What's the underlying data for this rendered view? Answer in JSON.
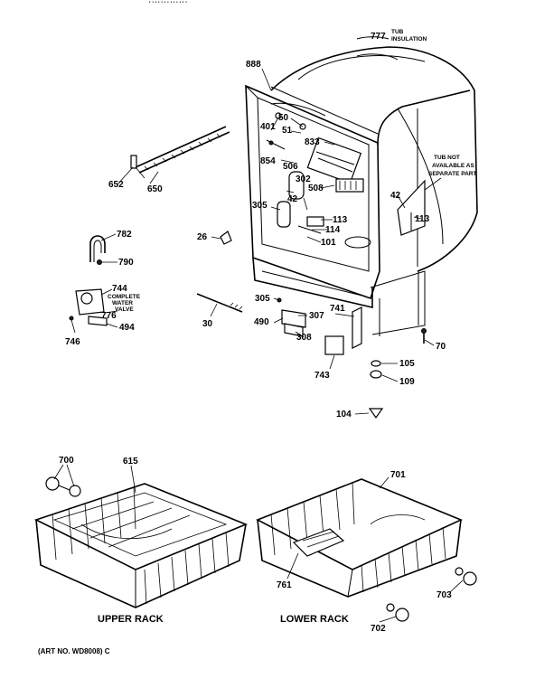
{
  "top_fragment": "' ' ' '  '   ' ' ' ' ' ' ' '",
  "labels": {
    "tub_insulation_num": "777",
    "tub_insulation_line1": "TUB",
    "tub_insulation_line2": "INSULATION",
    "p888": "888",
    "p50": "50",
    "p51": "51",
    "p401": "401",
    "p833": "833",
    "p854": "854",
    "p506a": "506",
    "p302": "302",
    "p42a": "42",
    "p508": "508",
    "p305a": "305",
    "p113a": "113",
    "p114": "114",
    "p101": "101",
    "p26": "26",
    "p652": "652",
    "p650": "650",
    "p782": "782",
    "p790": "790",
    "p744": "744",
    "complete_valve_1": "COMPLETE",
    "complete_valve_2": "WATER",
    "complete_valve_3": "VALVE",
    "p776": "776",
    "p494": "494",
    "p746": "746",
    "p30": "30",
    "p305b": "305",
    "p490": "490",
    "p307": "307",
    "p308": "308",
    "p741": "741",
    "p743": "743",
    "p70": "70",
    "p105": "105",
    "p109": "109",
    "p104": "104",
    "p42b": "42",
    "p113b": "113",
    "tub_note_1": "TUB NOT",
    "tub_note_2": "AVAILABLE AS",
    "tub_note_3": "SEPARATE PART",
    "p700": "700",
    "p615": "615",
    "p701": "701",
    "p761": "761",
    "p703": "703",
    "p702": "702"
  },
  "captions": {
    "upper_rack": "UPPER RACK",
    "lower_rack": "LOWER RACK",
    "art_no": "(ART NO. WD8008) C"
  }
}
